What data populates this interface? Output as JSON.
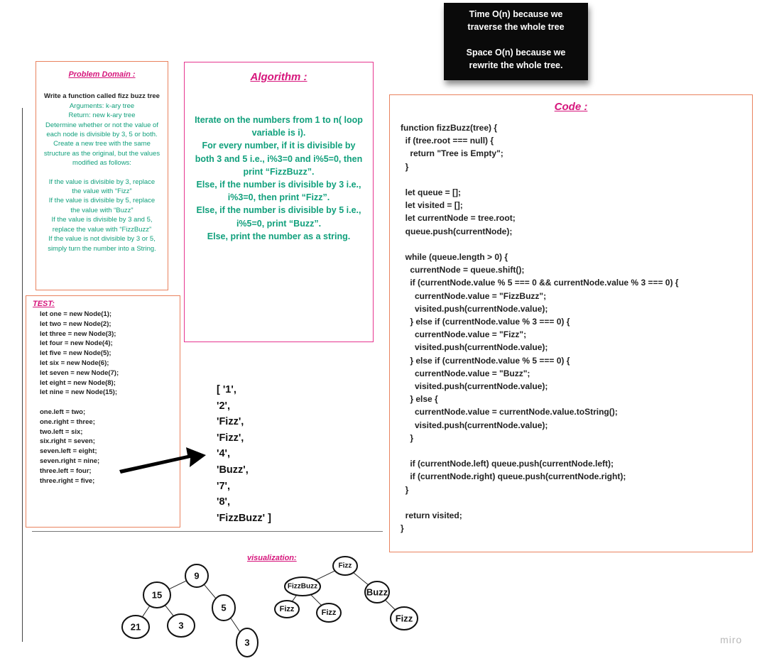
{
  "complexity_note": {
    "time_lines": [
      "Time O(n) because we",
      "traverse the whole tree"
    ],
    "space_lines": [
      "Space O(n) because we",
      "rewrite the whole tree."
    ]
  },
  "problem_domain": {
    "title": "Problem Domain :",
    "function_line": "Write a function called fizz buzz tree",
    "description_lines": [
      "Arguments: k-ary tree",
      "Return: new k-ary tree",
      "Determine whether or not the value of each node is divisible by 3, 5 or both. Create a new tree with the same structure as the original, but the values modified as follows:"
    ],
    "rule_lines": [
      "If the value is divisible by 3, replace the value with “Fizz”",
      "If the value is divisible by 5, replace the value with “Buzz”",
      "If the value is divisible by 3 and 5, replace the value with “FizzBuzz”",
      "If the value is not divisible by 3 or 5, simply turn the number into a String."
    ]
  },
  "algorithm": {
    "title": "Algorithm :",
    "lines": [
      "Iterate on the numbers from 1 to n( loop variable is i).",
      "For every number, if it is divisible by both 3 and 5 i.e., i%3=0 and i%5=0, then print “FizzBuzz”.",
      "Else, if the number is divisible by 3 i.e., i%3=0, then print “Fizz”.",
      "Else, if the number is divisible by 5 i.e., i%5=0, print “Buzz”.",
      "Else, print the number as a string."
    ]
  },
  "code": {
    "title": "Code :",
    "lines": [
      "function fizzBuzz(tree) {",
      "  if (tree.root === null) {",
      "    return \"Tree is Empty\";",
      "  }",
      "",
      "  let queue = [];",
      "  let visited = [];",
      "  let currentNode = tree.root;",
      "  queue.push(currentNode);",
      "",
      "  while (queue.length > 0) {",
      "    currentNode = queue.shift();",
      "    if (currentNode.value % 5 === 0 && currentNode.value % 3 === 0) {",
      "      currentNode.value = \"FizzBuzz\";",
      "      visited.push(currentNode.value);",
      "    } else if (currentNode.value % 3 === 0) {",
      "      currentNode.value = \"Fizz\";",
      "      visited.push(currentNode.value);",
      "    } else if (currentNode.value % 5 === 0) {",
      "      currentNode.value = \"Buzz\";",
      "      visited.push(currentNode.value);",
      "    } else {",
      "      currentNode.value = currentNode.value.toString();",
      "      visited.push(currentNode.value);",
      "    }",
      "",
      "    if (currentNode.left) queue.push(currentNode.left);",
      "    if (currentNode.right) queue.push(currentNode.right);",
      "  }",
      "",
      "  return visited;",
      "}"
    ]
  },
  "test": {
    "title": "TEST:",
    "lines": [
      "let one = new Node(1);",
      "let two = new Node(2);",
      "let three = new Node(3);",
      "let four = new Node(4);",
      "let five = new Node(5);",
      "let six = new Node(6);",
      "let seven = new Node(7);",
      "let eight = new Node(8);",
      "let nine = new Node(15);",
      "",
      "one.left = two;",
      "one.right = three;",
      "two.left = six;",
      "six.right = seven;",
      "seven.left = eight;",
      "seven.right = nine;",
      "three.left = four;",
      "three.right = five;"
    ]
  },
  "output": {
    "lines": [
      "[ '1',",
      "'2',",
      "'Fizz',",
      "'Fizz',",
      "'4',",
      "'Buzz',",
      "'7',",
      "'8',",
      "'FizzBuzz' ]"
    ]
  },
  "visualization": {
    "label": "visualization:",
    "input_tree": {
      "nodes": [
        {
          "id": "n9",
          "label": "9"
        },
        {
          "id": "n15",
          "label": "15"
        },
        {
          "id": "n5",
          "label": "5"
        },
        {
          "id": "n21",
          "label": "21"
        },
        {
          "id": "n3a",
          "label": "3"
        },
        {
          "id": "n3b",
          "label": "3"
        }
      ],
      "edges": [
        [
          "n9",
          "n15"
        ],
        [
          "n9",
          "n5"
        ],
        [
          "n15",
          "n21"
        ],
        [
          "n15",
          "n3a"
        ],
        [
          "n5",
          "n3b"
        ]
      ]
    },
    "output_tree": {
      "nodes": [
        {
          "id": "o-root",
          "label": "Fizz"
        },
        {
          "id": "o-fizzbuzz",
          "label": "FizzBuzz"
        },
        {
          "id": "o-buzz",
          "label": "Buzz"
        },
        {
          "id": "o-fizz-l",
          "label": "Fizz"
        },
        {
          "id": "o-fizz-m",
          "label": "Fizz"
        },
        {
          "id": "o-fizz-r",
          "label": "Fizz"
        }
      ],
      "edges": [
        [
          "o-root",
          "o-fizzbuzz"
        ],
        [
          "o-root",
          "o-buzz"
        ],
        [
          "o-fizzbuzz",
          "o-fizz-l"
        ],
        [
          "o-fizzbuzz",
          "o-fizz-m"
        ],
        [
          "o-buzz",
          "o-fizz-r"
        ]
      ]
    }
  },
  "brand": "miro"
}
